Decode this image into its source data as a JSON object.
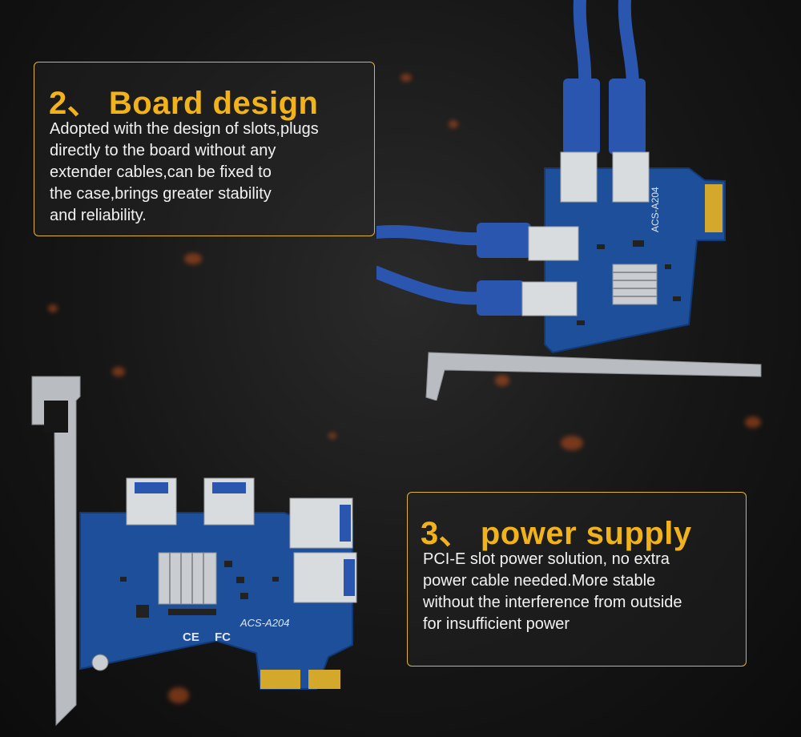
{
  "sections": [
    {
      "title": "2、 Board design",
      "body": "Adopted with the design of slots,plugs\ndirectly to the board without any\nextender cables,can be fixed to\nthe case,brings greater stability\nand reliability."
    },
    {
      "title": "3、 power supply",
      "body": "PCI-E slot power solution, no extra\npower cable needed.More stable\nwithout the interference from outside\nfor insufficient power"
    }
  ],
  "board_labels": {
    "model": "ACS-A204",
    "ce": "CE",
    "fc": "FC"
  },
  "colors": {
    "accent": "#f2b21a",
    "border": "#e0b23a",
    "board_blue": "#1d4f9a",
    "cable_blue": "#2b56b0"
  }
}
